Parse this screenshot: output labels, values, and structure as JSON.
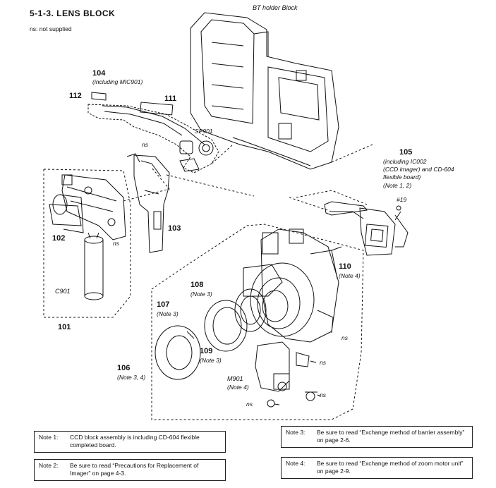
{
  "header": {
    "title": "5-1-3.  LENS BLOCK",
    "ns_note": "ns: not supplied"
  },
  "callouts": {
    "bt_holder": "BT holder Block",
    "p104": "104",
    "p104_note": "(including MIC901)",
    "p112": "112",
    "p111": "111",
    "sp901": "SP901",
    "ns1": "ns",
    "p105": "105",
    "p105_note1": "(including IC002",
    "p105_note2": "(CCD imager) and CD-604",
    "p105_note3": "flexible board)",
    "p105_note4": "(Note 1, 2)",
    "p19": "#19",
    "p102": "102",
    "ns2": "ns",
    "p103": "103",
    "c901": "C901",
    "p101": "101",
    "p108": "108",
    "p108_note": "(Note 3)",
    "p110": "110",
    "p110_note": "(Note 4)",
    "p107": "107",
    "p107_note": "(Note 3)",
    "ns3": "ns",
    "p109": "109",
    "p109_note": "(Note 3)",
    "p106": "106",
    "p106_note": "(Note 3, 4)",
    "m901": "M901",
    "m901_note": "(Note 4)",
    "ns4": "ns",
    "ns5": "ns",
    "ns6": "ns"
  },
  "notes": [
    {
      "key": "Note 1:",
      "text": "CCD block assembly is including CD-604 flexible completed board."
    },
    {
      "key": "Note 2:",
      "text": "Be sure to read “Precautions for Replacement of Imager” on page 4-3."
    },
    {
      "key": "Note 3:",
      "text": "Be sure to read “Exchange method of barrier assembly” on page 2-6."
    },
    {
      "key": "Note 4:",
      "text": "Be sure to read “Exchange method of zoom motor unit” on page 2-9."
    }
  ]
}
